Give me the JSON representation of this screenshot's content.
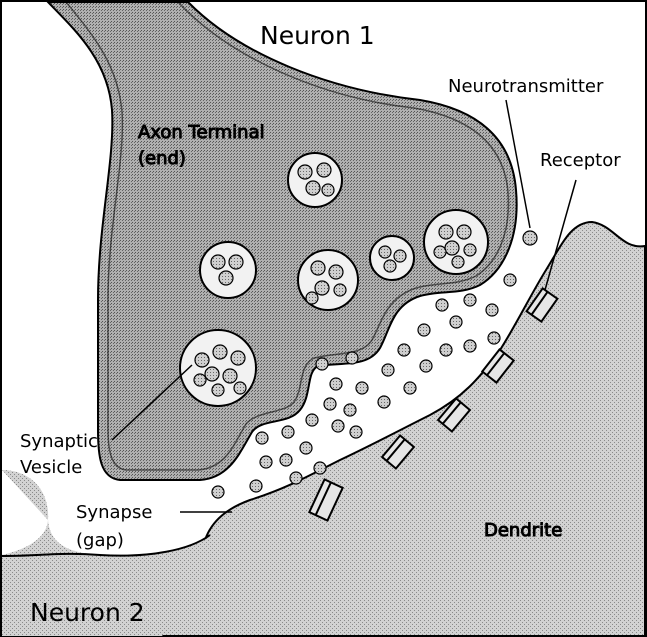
{
  "diagram": {
    "labels": {
      "neuron1": "Neuron 1",
      "neuron2": "Neuron 2",
      "axon_terminal_line1": "Axon Terminal",
      "axon_terminal_line2": "(end)",
      "neurotransmitter": "Neurotransmitter",
      "receptor": "Receptor",
      "synaptic_vesicle_line1": "Synaptic",
      "synaptic_vesicle_line2": "Vesicle",
      "synapse_line1": "Synapse",
      "synapse_line2": "(gap)",
      "dendrite": "Dendrite"
    },
    "colors": {
      "stipple_light": "#d2d2d2",
      "stipple_dark": "#a8a8a8",
      "membrane": "#c8c8c8",
      "vesicle_fill": "#f2f2f2",
      "molecule_dot": "#b4b4b4",
      "outline": "#000000"
    }
  }
}
